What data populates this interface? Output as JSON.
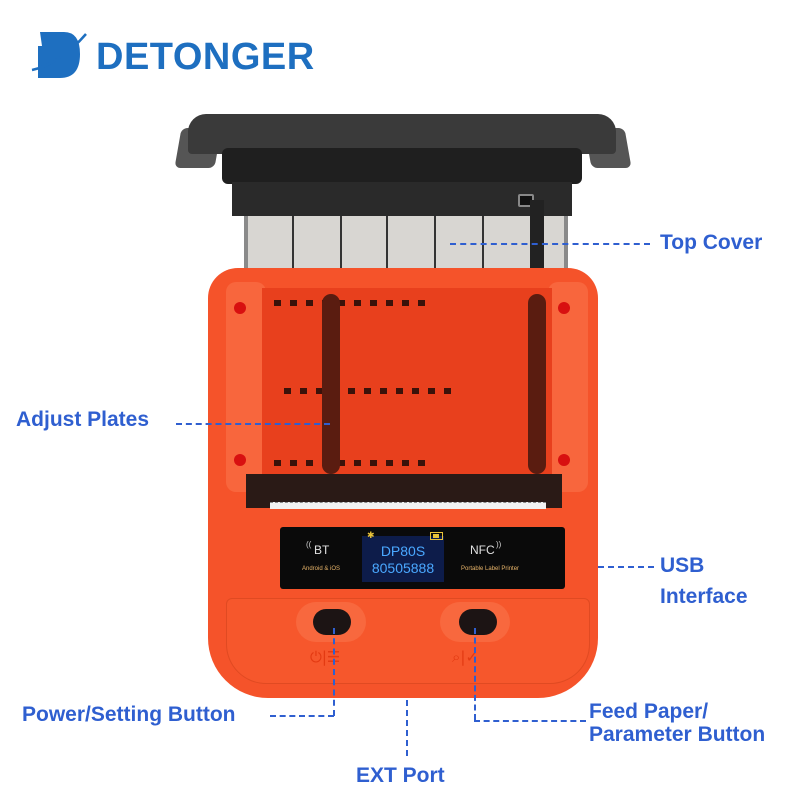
{
  "brand": {
    "logo_text": "DETONGER",
    "logo_mark": "D-swoosh-logo",
    "color": "#1e6fc0"
  },
  "product": {
    "model": "DP80S",
    "serial": "80505888",
    "body_color": "#f5532a",
    "lcd": {
      "left_big": "BT",
      "left_small": "Android & iOS",
      "center_title": "DP80S",
      "center_number": "80505888",
      "right_big": "NFC",
      "right_small": "Portable Label Printer",
      "icons": [
        "bluetooth-icon",
        "battery-icon"
      ]
    },
    "buttons": [
      {
        "name": "power-setting",
        "symbols": "⏻ | ▤"
      },
      {
        "name": "feed-parameter",
        "symbols": "⌕ | ✓"
      }
    ]
  },
  "callouts": {
    "color": "#2f5fd0",
    "top_cover": "Top Cover",
    "adjust_plates": "Adjust Plates",
    "usb_line1": "USB",
    "usb_line2": "Interface",
    "power_setting": "Power/Setting Button",
    "feed_line1": "Feed Paper/",
    "feed_line2": "Parameter Button",
    "ext_port": "EXT Port"
  }
}
